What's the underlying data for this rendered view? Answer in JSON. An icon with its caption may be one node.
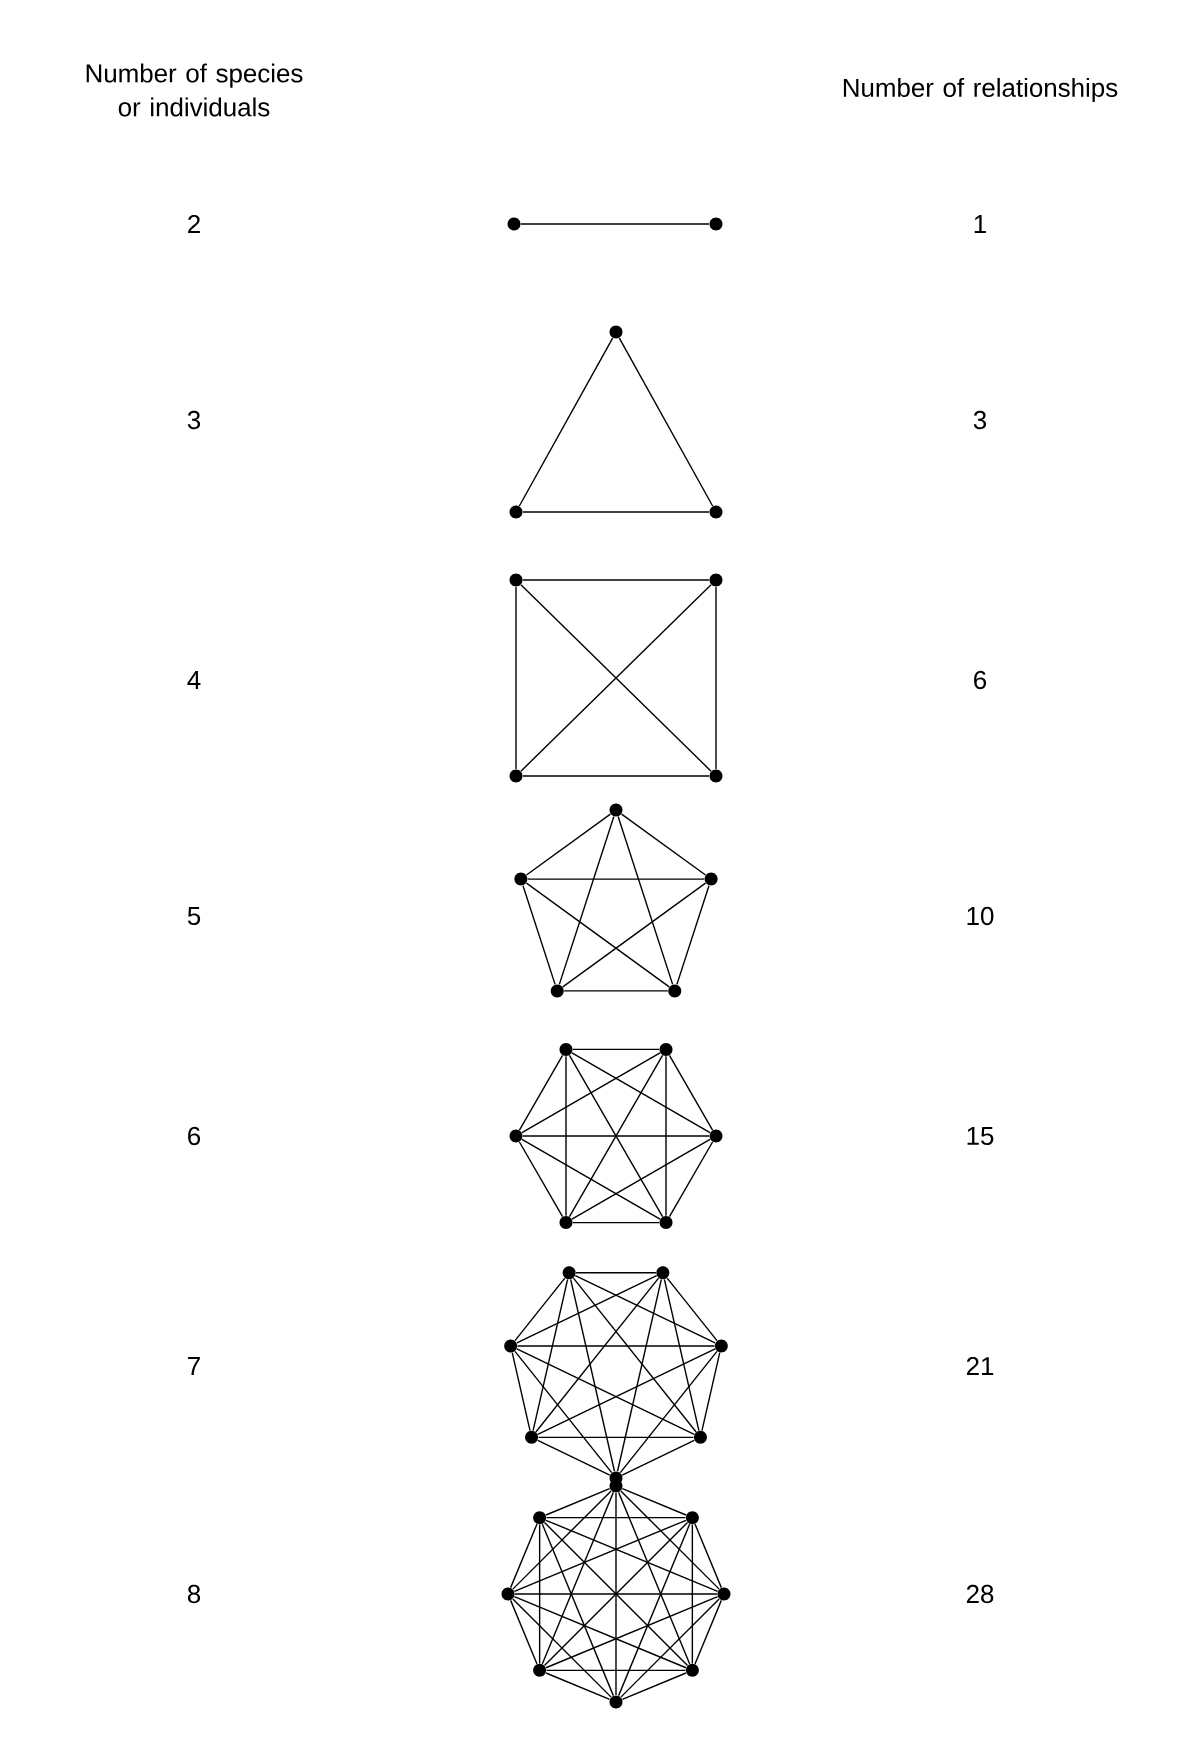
{
  "diagram": {
    "nodes": [
      {
        "text": [],
        "shape": "circle"
      },
      {
        "text": [],
        "shape": "circle"
      },
      {
        "text": [],
        "shape": "circle"
      },
      {
        "text": [],
        "shape": "circle"
      },
      {
        "text": [],
        "shape": "circle"
      },
      {
        "text": [],
        "shape": "circle"
      },
      {
        "text": [],
        "shape": "circle"
      },
      {
        "text": [],
        "shape": "circle"
      },
      {
        "text": [],
        "shape": "circle"
      },
      {
        "text": [],
        "shape": "circle"
      },
      {
        "text": [],
        "shape": "circle"
      },
      {
        "text": [],
        "shape": "circle"
      },
      {
        "text": [],
        "shape": "circle"
      },
      {
        "text": [],
        "shape": "circle"
      },
      {
        "text": [],
        "shape": "circle"
      },
      {
        "text": [],
        "shape": "circle"
      },
      {
        "text": [],
        "shape": "circle"
      },
      {
        "text": [],
        "shape": "circle"
      },
      {
        "text": [],
        "shape": "circle"
      },
      {
        "text": [],
        "shape": "circle"
      },
      {
        "text": [],
        "shape": "circle"
      },
      {
        "text": [],
        "shape": "circle"
      },
      {
        "text": [],
        "shape": "circle"
      },
      {
        "text": [],
        "shape": "circle"
      },
      {
        "text": [],
        "shape": "circle"
      },
      {
        "text": [],
        "shape": "circle"
      },
      {
        "text": [],
        "shape": "circle"
      },
      {
        "text": [],
        "shape": "circle"
      },
      {
        "text": [],
        "shape": "circle"
      },
      {
        "text": [],
        "shape": "circle"
      },
      {
        "text": [],
        "shape": "circle"
      },
      {
        "text": [],
        "shape": "circle"
      },
      {
        "text": [],
        "shape": "circle"
      },
      {
        "text": [],
        "shape": "circle"
      },
      {
        "text": [],
        "shape": "circle"
      }
    ],
    "edges": [
      {
        "from": 0,
        "to": 1,
        "arrow": "none"
      },
      {
        "from": 2,
        "to": 3,
        "arrow": "none"
      },
      {
        "from": 2,
        "to": 4,
        "arrow": "none"
      },
      {
        "from": 3,
        "to": 4,
        "arrow": "none"
      },
      {
        "from": 5,
        "to": 6,
        "arrow": "none"
      },
      {
        "from": 5,
        "to": 7,
        "arrow": "none"
      },
      {
        "from": 5,
        "to": 8,
        "arrow": "none"
      },
      {
        "from": 6,
        "to": 7,
        "arrow": "none"
      },
      {
        "from": 6,
        "to": 8,
        "arrow": "none"
      },
      {
        "from": 7,
        "to": 8,
        "arrow": "none"
      },
      {
        "from": 9,
        "to": 10,
        "arrow": "none"
      },
      {
        "from": 9,
        "to": 11,
        "arrow": "none"
      },
      {
        "from": 9,
        "to": 12,
        "arrow": "none"
      },
      {
        "from": 9,
        "to": 13,
        "arrow": "none"
      },
      {
        "from": 10,
        "to": 11,
        "arrow": "none"
      },
      {
        "from": 10,
        "to": 12,
        "arrow": "none"
      },
      {
        "from": 10,
        "to": 13,
        "arrow": "none"
      },
      {
        "from": 11,
        "to": 12,
        "arrow": "none"
      },
      {
        "from": 11,
        "to": 13,
        "arrow": "none"
      },
      {
        "from": 12,
        "to": 13,
        "arrow": "none"
      },
      {
        "from": 14,
        "to": 15,
        "arrow": "none"
      },
      {
        "from": 14,
        "to": 16,
        "arrow": "none"
      },
      {
        "from": 14,
        "to": 17,
        "arrow": "none"
      },
      {
        "from": 14,
        "to": 18,
        "arrow": "none"
      },
      {
        "from": 14,
        "to": 19,
        "arrow": "none"
      },
      {
        "from": 15,
        "to": 16,
        "arrow": "none"
      },
      {
        "from": 15,
        "to": 17,
        "arrow": "none"
      },
      {
        "from": 15,
        "to": 18,
        "arrow": "none"
      },
      {
        "from": 15,
        "to": 19,
        "arrow": "none"
      },
      {
        "from": 16,
        "to": 17,
        "arrow": "none"
      },
      {
        "from": 16,
        "to": 18,
        "arrow": "none"
      },
      {
        "from": 16,
        "to": 19,
        "arrow": "none"
      },
      {
        "from": 17,
        "to": 18,
        "arrow": "none"
      },
      {
        "from": 17,
        "to": 19,
        "arrow": "none"
      },
      {
        "from": 18,
        "to": 19,
        "arrow": "none"
      },
      {
        "from": 20,
        "to": 21,
        "arrow": "none"
      },
      {
        "from": 20,
        "to": 22,
        "arrow": "none"
      },
      {
        "from": 20,
        "to": 23,
        "arrow": "none"
      },
      {
        "from": 20,
        "to": 24,
        "arrow": "none"
      },
      {
        "from": 20,
        "to": 25,
        "arrow": "none"
      },
      {
        "from": 20,
        "to": 26,
        "arrow": "none"
      },
      {
        "from": 21,
        "to": 22,
        "arrow": "none"
      },
      {
        "from": 21,
        "to": 23,
        "arrow": "none"
      },
      {
        "from": 21,
        "to": 24,
        "arrow": "none"
      },
      {
        "from": 21,
        "to": 25,
        "arrow": "none"
      },
      {
        "from": 21,
        "to": 26,
        "arrow": "none"
      },
      {
        "from": 22,
        "to": 23,
        "arrow": "none"
      },
      {
        "from": 22,
        "to": 24,
        "arrow": "none"
      },
      {
        "from": 22,
        "to": 25,
        "arrow": "none"
      },
      {
        "from": 22,
        "to": 26,
        "arrow": "none"
      },
      {
        "from": 23,
        "to": 24,
        "arrow": "none"
      },
      {
        "from": 23,
        "to": 25,
        "arrow": "none"
      },
      {
        "from": 23,
        "to": 26,
        "arrow": "none"
      },
      {
        "from": 24,
        "to": 25,
        "arrow": "none"
      },
      {
        "from": 24,
        "to": 26,
        "arrow": "none"
      },
      {
        "from": 25,
        "to": 26,
        "arrow": "none"
      },
      {
        "from": 27,
        "to": 28,
        "arrow": "none"
      },
      {
        "from": 27,
        "to": 29,
        "arrow": "none"
      },
      {
        "from": 27,
        "to": 30,
        "arrow": "none"
      },
      {
        "from": 27,
        "to": 31,
        "arrow": "none"
      },
      {
        "from": 27,
        "to": 32,
        "arrow": "none"
      },
      {
        "from": 27,
        "to": 33,
        "arrow": "none"
      },
      {
        "from": 27,
        "to": 34,
        "arrow": "none"
      },
      {
        "from": 28,
        "to": 29,
        "arrow": "none"
      },
      {
        "from": 28,
        "to": 30,
        "arrow": "none"
      },
      {
        "from": 28,
        "to": 31,
        "arrow": "none"
      },
      {
        "from": 28,
        "to": 32,
        "arrow": "none"
      },
      {
        "from": 28,
        "to": 33,
        "arrow": "none"
      },
      {
        "from": 28,
        "to": 34,
        "arrow": "none"
      },
      {
        "from": 29,
        "to": 30,
        "arrow": "none"
      },
      {
        "from": 29,
        "to": 31,
        "arrow": "none"
      },
      {
        "from": 29,
        "to": 32,
        "arrow": "none"
      },
      {
        "from": 29,
        "to": 33,
        "arrow": "none"
      },
      {
        "from": 29,
        "to": 34,
        "arrow": "none"
      },
      {
        "from": 30,
        "to": 31,
        "arrow": "none"
      },
      {
        "from": 30,
        "to": 32,
        "arrow": "none"
      },
      {
        "from": 30,
        "to": 33,
        "arrow": "none"
      },
      {
        "from": 30,
        "to": 34,
        "arrow": "none"
      },
      {
        "from": 31,
        "to": 32,
        "arrow": "none"
      },
      {
        "from": 31,
        "to": 33,
        "arrow": "none"
      },
      {
        "from": 31,
        "to": 34,
        "arrow": "none"
      },
      {
        "from": 32,
        "to": 33,
        "arrow": "none"
      },
      {
        "from": 32,
        "to": 34,
        "arrow": "none"
      },
      {
        "from": 33,
        "to": 34,
        "arrow": "none"
      }
    ],
    "labels": [
      "Number of species or individuals",
      "Number of relationships",
      "2",
      "1",
      "3",
      "3",
      "4",
      "6",
      "5",
      "10",
      "6",
      "15",
      "7",
      "21",
      "8",
      "28"
    ]
  }
}
